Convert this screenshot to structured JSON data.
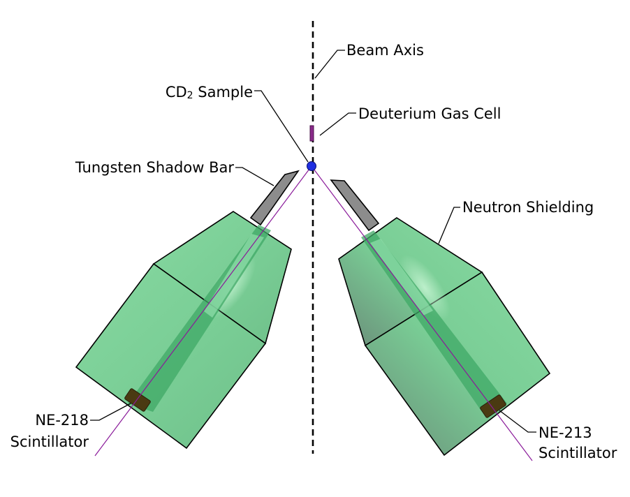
{
  "labels": {
    "beam_axis": "Beam Axis",
    "cd2_sample_prefix": "CD",
    "cd2_sample_subscript": "2",
    "cd2_sample_suffix": " Sample",
    "deuterium_gas_cell": "Deuterium Gas Cell",
    "tungsten_shadow_bar": "Tungsten Shadow Bar",
    "neutron_shielding": "Neutron Shielding",
    "ne218_line1": "NE-218",
    "ne218_line2": "Scintillator",
    "ne213_line1": "NE-213",
    "ne213_line2": "Scintillator"
  },
  "colors": {
    "shielding_fill": "#7fd39a",
    "shielding_dark": "#4f8a66",
    "collimator": "#3fa866",
    "tungsten": "#8c8c8c",
    "sample": "#1f2fe0",
    "gas_cell": "#8a2a8a",
    "flight_path": "#8a1a9a",
    "scintillator": "#4a3a12",
    "axis": "#000000"
  }
}
